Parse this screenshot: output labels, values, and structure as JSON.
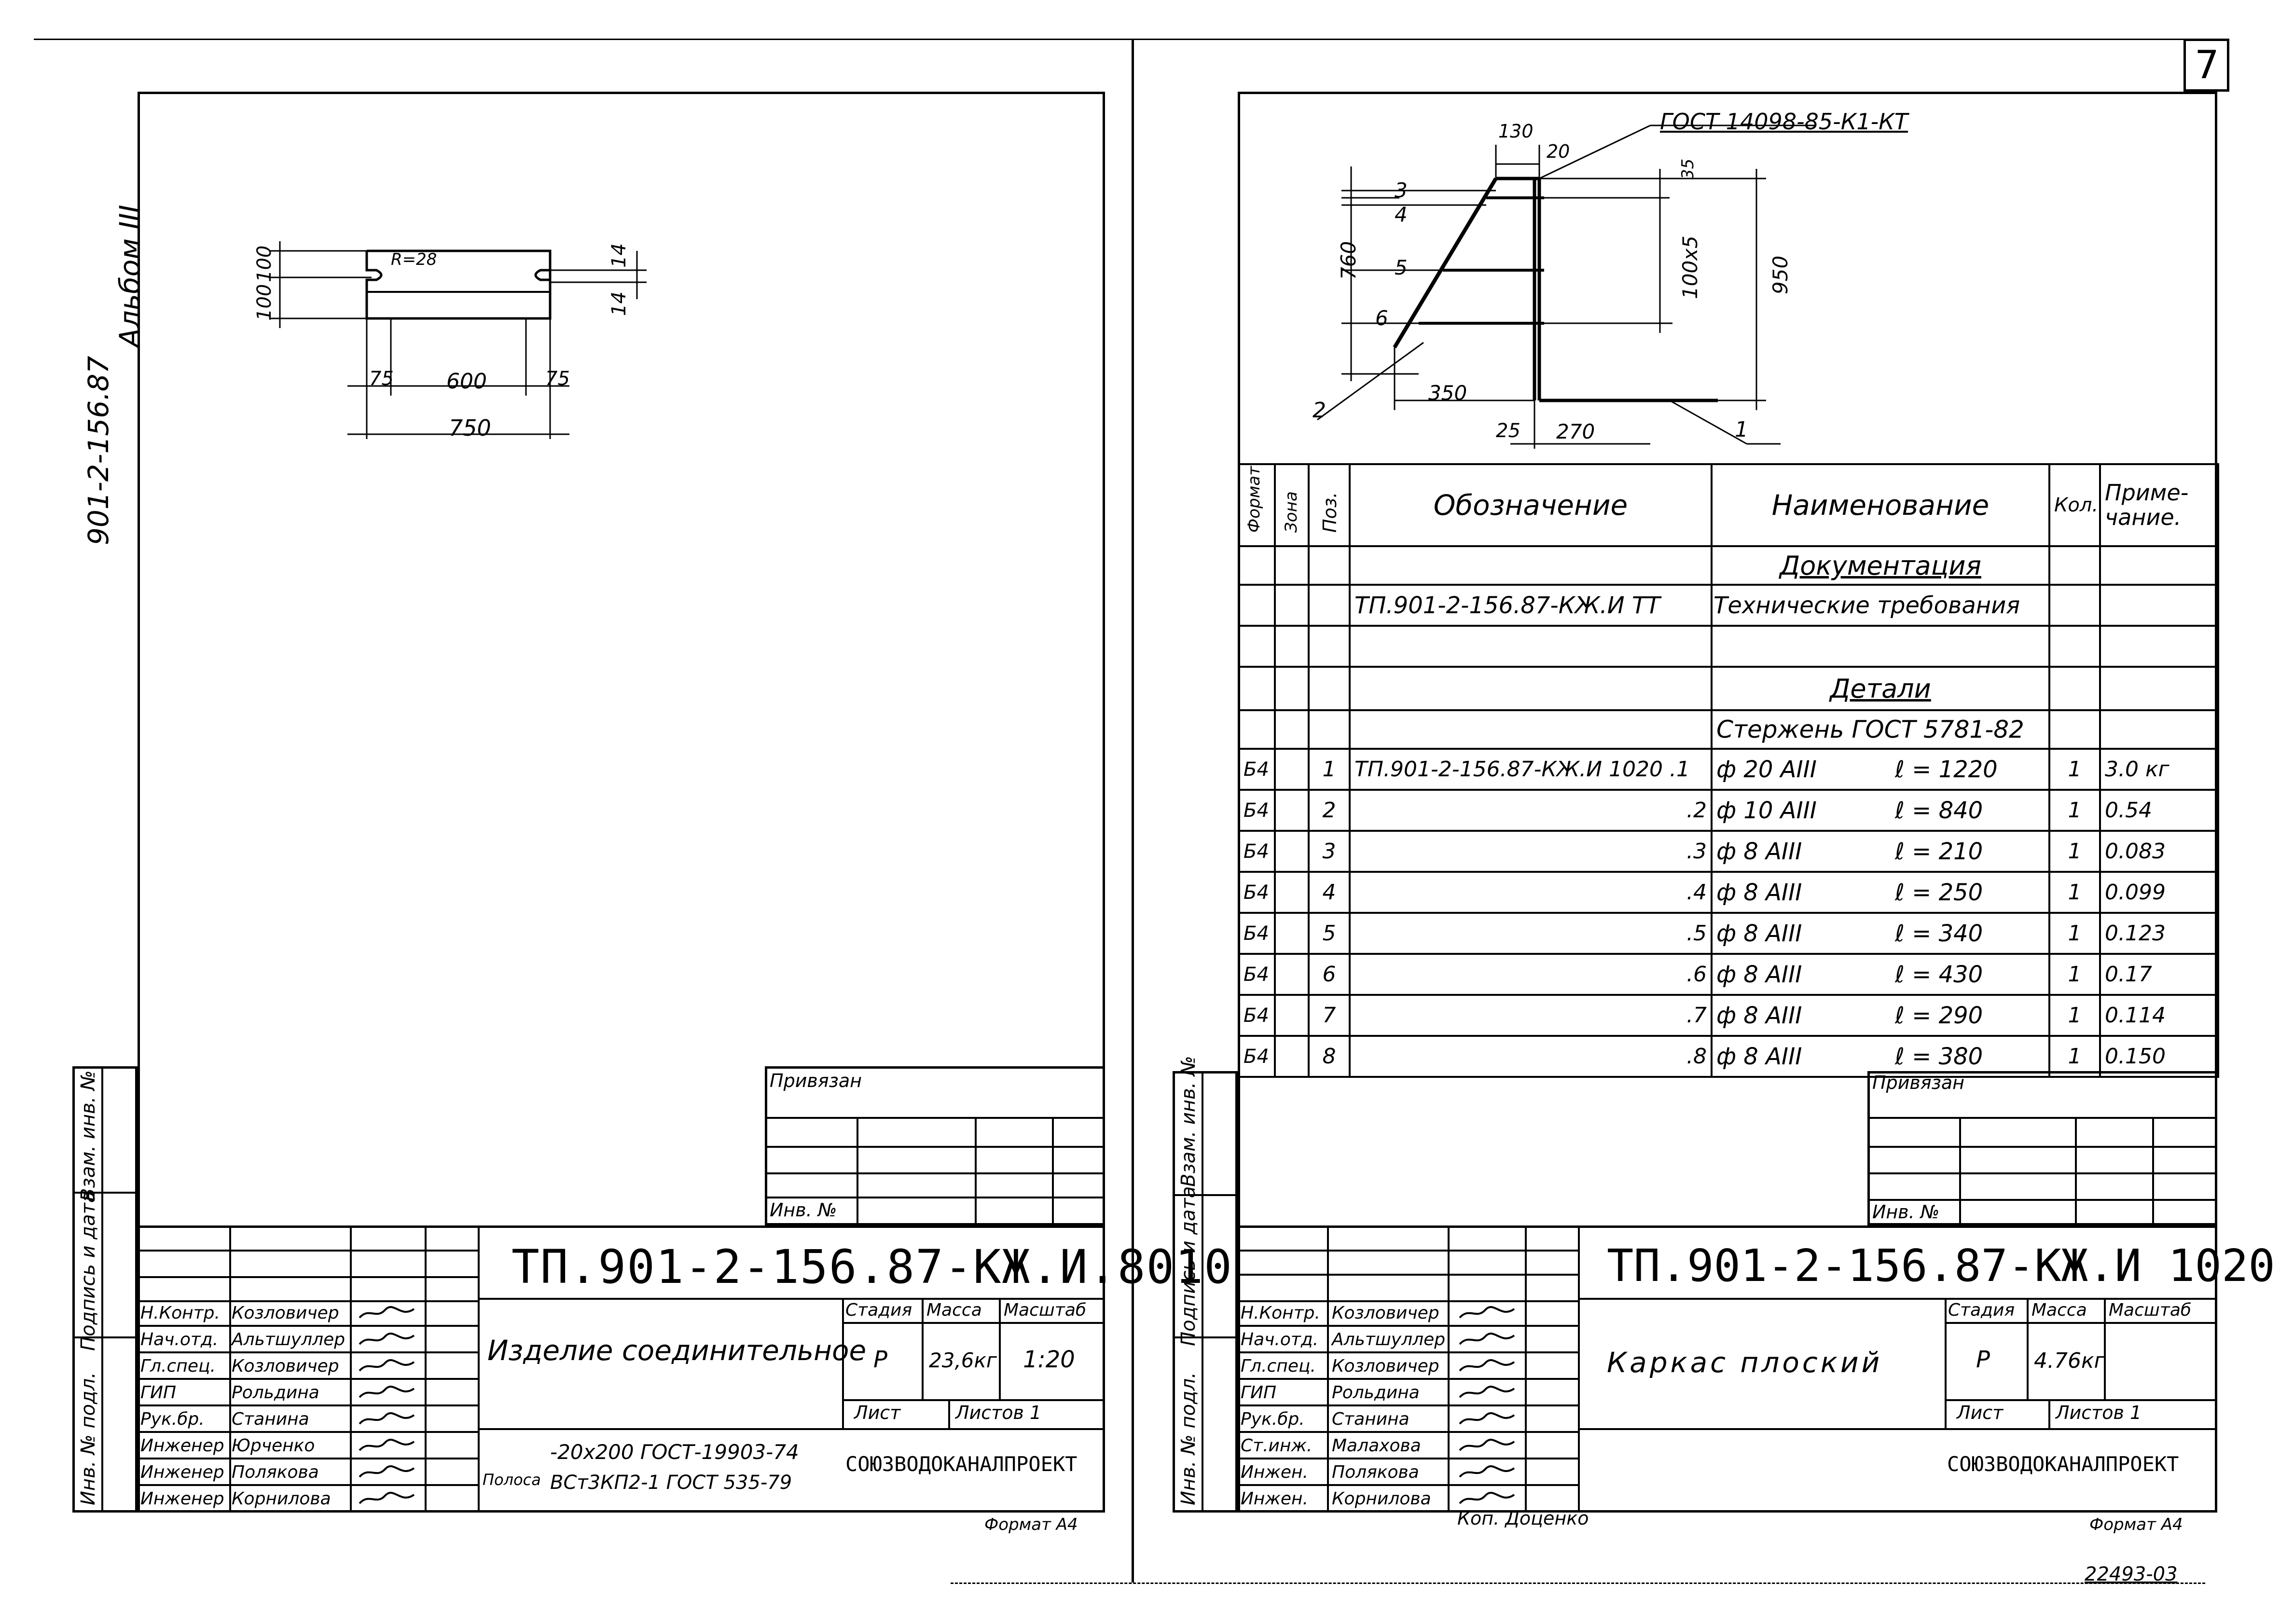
{
  "page_number": "7",
  "left_sheet": {
    "album_code": "901-2-156.87",
    "album_label": "Альбом III",
    "drawing": {
      "dim_100a": "100",
      "dim_100b": "100",
      "dim_14a": "14",
      "dim_14b": "14",
      "radius": "R=28",
      "dim_75a": "75",
      "dim_600": "600",
      "dim_75b": "75",
      "dim_750": "750"
    },
    "side_labels": [
      "Инв. № подл.",
      "Подпись и дата",
      "Взам. инв. №"
    ],
    "privyazan": "Привязан",
    "inv_no": "Инв. №",
    "designation": "ТП.901-2-156.87-КЖ.И.8010",
    "title": "Изделие соединительное",
    "stage_label": "Стадия",
    "mass_label": "Масса",
    "scale_label": "Масштаб",
    "stage": "Р",
    "mass": "23,6кг",
    "scale": "1:20",
    "sheet_label": "Лист",
    "sheets_label": "Листов 1",
    "material_label": "Полоса",
    "material_line1": "-20х200 ГОСТ-19903-74",
    "material_line2": "ВСт3КП2-1 ГОСТ 535-79",
    "organization": "СОЮЗВОДОКАНАЛПРОЕКТ",
    "format": "Формат А4",
    "staff": [
      {
        "role": "Н.Контр.",
        "name": "Козловичер"
      },
      {
        "role": "Нач.отд.",
        "name": "Альтшуллер"
      },
      {
        "role": "Гл.спец.",
        "name": "Козловичер"
      },
      {
        "role": "ГИП",
        "name": "Рольдина"
      },
      {
        "role": "Рук.бр.",
        "name": "Станина"
      },
      {
        "role": "Инженер",
        "name": "Юрченко"
      },
      {
        "role": "Инженер",
        "name": "Полякова"
      },
      {
        "role": "Инженер",
        "name": "Корнилова"
      }
    ]
  },
  "right_sheet": {
    "drawing": {
      "gost_ref": "ГОСТ 14098-85-К1-КТ",
      "dim_130": "130",
      "dim_20": "20",
      "dim_35": "35",
      "dim_760": "760",
      "dim_100x5": "100х5",
      "dim_950": "950",
      "dim_350": "350",
      "dim_25": "25",
      "dim_270": "270",
      "pos1": "1",
      "pos2": "2",
      "pos3": "3",
      "pos4": "4",
      "pos5": "5",
      "pos6": "6"
    },
    "spec_headers": {
      "format": "Формат",
      "zone": "Зона",
      "pos": "Поз.",
      "designation": "Обозначение",
      "name": "Наименование",
      "qty": "Кол.",
      "note": "Приме-\nчание."
    },
    "spec_section_docs": "Документация",
    "spec_doc_designation": "ТП.901-2-156.87-КЖ.И ТТ",
    "spec_doc_name": "Технические требования",
    "spec_section_details": "Детали",
    "spec_subsection": "Стержень ГОСТ 5781-82",
    "spec_rows": [
      {
        "format": "Б4",
        "pos": "1",
        "designation": "ТП.901-2-156.87-КЖ.И 1020 .1",
        "dia": "ф 20 АIII",
        "length": "ℓ = 1220",
        "qty": "1",
        "note": "3.0 кг"
      },
      {
        "format": "Б4",
        "pos": "2",
        "designation": ".2",
        "dia": "ф 10 АIII",
        "length": "ℓ = 840",
        "qty": "1",
        "note": "0.54"
      },
      {
        "format": "Б4",
        "pos": "3",
        "designation": ".3",
        "dia": "ф 8 АIII",
        "length": "ℓ = 210",
        "qty": "1",
        "note": "0.083"
      },
      {
        "format": "Б4",
        "pos": "4",
        "designation": ".4",
        "dia": "ф 8 АIII",
        "length": "ℓ = 250",
        "qty": "1",
        "note": "0.099"
      },
      {
        "format": "Б4",
        "pos": "5",
        "designation": ".5",
        "dia": "ф 8 АIII",
        "length": "ℓ = 340",
        "qty": "1",
        "note": "0.123"
      },
      {
        "format": "Б4",
        "pos": "6",
        "designation": ".6",
        "dia": "ф 8 АIII",
        "length": "ℓ = 430",
        "qty": "1",
        "note": "0.17"
      },
      {
        "format": "Б4",
        "pos": "7",
        "designation": ".7",
        "dia": "ф 8 АIII",
        "length": "ℓ = 290",
        "qty": "1",
        "note": "0.114"
      },
      {
        "format": "Б4",
        "pos": "8",
        "designation": ".8",
        "dia": "ф 8 АIII",
        "length": "ℓ = 380",
        "qty": "1",
        "note": "0.150"
      }
    ],
    "side_labels": [
      "Инв. № подл.",
      "Подпись и дата",
      "Взам. инв. №"
    ],
    "privyazan": "Привязан",
    "inv_no": "Инв. №",
    "designation": "ТП.901-2-156.87-КЖ.И 1020",
    "title": "Каркас плоский",
    "stage_label": "Стадия",
    "mass_label": "Масса",
    "scale_label": "Масштаб",
    "stage": "Р",
    "mass": "4.76кг",
    "sheet_label": "Лист",
    "sheets_label": "Листов 1",
    "organization": "СОЮЗВОДОКАНАЛПРОЕКТ",
    "format": "Формат А4",
    "copied_by": "Коп. Доценко",
    "archive_no": "22493-03",
    "staff": [
      {
        "role": "Н.Контр.",
        "name": "Козловичер"
      },
      {
        "role": "Нач.отд.",
        "name": "Альтшуллер"
      },
      {
        "role": "Гл.спец.",
        "name": "Козловичер"
      },
      {
        "role": "ГИП",
        "name": "Рольдина"
      },
      {
        "role": "Рук.бр.",
        "name": "Станина"
      },
      {
        "role": "Ст.инж.",
        "name": "Малахова"
      },
      {
        "role": "Инжен.",
        "name": "Полякова"
      },
      {
        "role": "Инжен.",
        "name": "Корнилова"
      }
    ]
  }
}
